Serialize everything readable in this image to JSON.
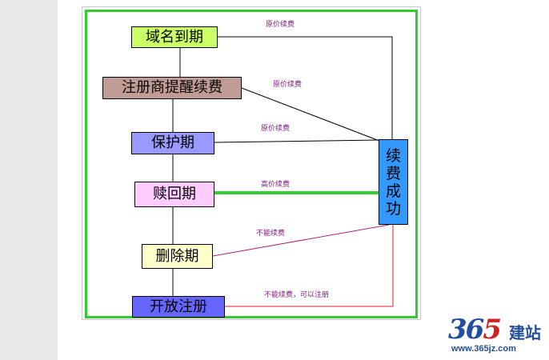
{
  "diagram": {
    "nodes": {
      "domain_expiry": {
        "label": "域名到期",
        "color": "#ccff66"
      },
      "registrar_reminder": {
        "label": "注册商提醒续费",
        "color": "#c19c94"
      },
      "protection_period": {
        "label": "保护期",
        "color": "#9999ff"
      },
      "redemption_period": {
        "label": "赎回期",
        "color": "#ffccff"
      },
      "deletion_period": {
        "label": "删除期",
        "color": "#ffffcc"
      },
      "open_registration": {
        "label": "开放注册",
        "color": "#6666ff"
      },
      "renewal_success": {
        "label": "续费成功",
        "chars": [
          "续",
          "费",
          "成",
          "功"
        ],
        "color": "#3399ff"
      }
    },
    "edges": {
      "expiry_original_price": {
        "label": "原价续费",
        "color": "#7a1b7a"
      },
      "reminder_original_price": {
        "label": "原价续费",
        "color": "#7a1b7a"
      },
      "protection_original_price": {
        "label": "原价续费",
        "color": "#7a1b7a"
      },
      "redemption_high_price": {
        "label": "高价续费",
        "color": "#7a1b7a"
      },
      "deletion_no_renewal": {
        "label": "不能续费",
        "color": "#7a1b7a"
      },
      "open_no_renewal_can_register": {
        "label": "不能续费，可以注册",
        "color": "#7a1b7a"
      }
    },
    "line_colors": {
      "default": "#000000",
      "redemption": "#33cc33",
      "deletion": "#b0237a",
      "open_registration": "#e02020",
      "frame": "#33cc33"
    }
  },
  "logo": {
    "digits_3": "3",
    "digits_6": "6",
    "digits_5": "5",
    "chinese": "建站",
    "url": "www.365jz.com"
  }
}
